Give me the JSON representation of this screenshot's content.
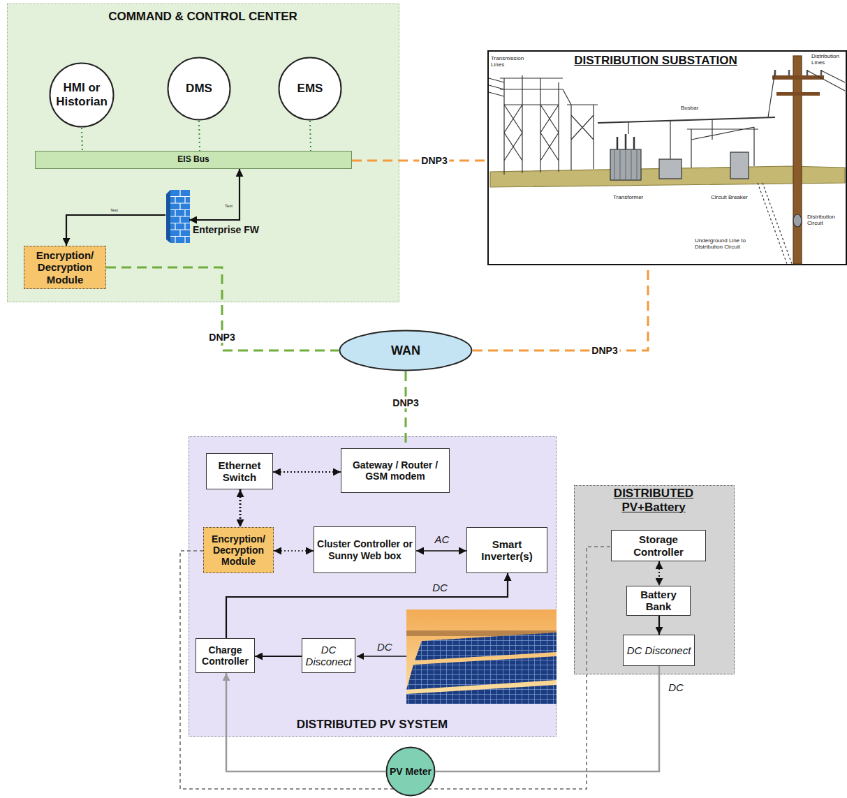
{
  "diagram": {
    "nodes": [
      {
        "text": [
          "COMMAND & CONTROL CENTER"
        ]
      },
      {
        "text": [
          "HMI or Historian"
        ],
        "in": 0
      },
      {
        "text": [
          "DMS"
        ],
        "in": 0
      },
      {
        "text": [
          "EMS"
        ],
        "in": 0
      },
      {
        "text": [
          "EIS Bus"
        ],
        "in": 0
      },
      {
        "text": [
          "Enterprise FW"
        ],
        "in": 0
      },
      {
        "text": [
          "Encryption/ Decryption Module"
        ],
        "in": 0
      },
      {
        "text": [
          "DISTRIBUTION SUBSTATION"
        ]
      },
      {
        "text": [
          "WAN"
        ]
      },
      {
        "text": [
          "DISTRIBUTED PV SYSTEM"
        ]
      },
      {
        "text": [
          "Ethernet Switch"
        ],
        "in": 9
      },
      {
        "text": [
          "Gateway / Router / GSM modem"
        ],
        "in": 9
      },
      {
        "text": [
          "Encryption/ Decryption Module"
        ],
        "in": 9
      },
      {
        "text": [
          "Cluster Controller or Sunny Web box"
        ],
        "in": 9
      },
      {
        "text": [
          "Smart Inverter(s)"
        ],
        "in": 9
      },
      {
        "text": [
          "Charge Controller"
        ],
        "in": 9
      },
      {
        "text": [
          "DC Disconect"
        ],
        "in": 9
      },
      {
        "text": [
          "DISTRIBUTED PV+Battery"
        ]
      },
      {
        "text": [
          "Storage Controller"
        ],
        "in": 17
      },
      {
        "text": [
          "Battery Bank"
        ],
        "in": 17
      },
      {
        "text": [
          "DC Disconect"
        ],
        "in": 17
      },
      {
        "text": [
          "PV Meter"
        ]
      }
    ],
    "edges": [
      {
        "from": 1,
        "to": 4,
        "arrow": "none"
      },
      {
        "from": 2,
        "to": 4,
        "arrow": "none"
      },
      {
        "from": 3,
        "to": 4,
        "arrow": "none"
      },
      {
        "from": 4,
        "to": 5,
        "arrow": "both"
      },
      {
        "from": 5,
        "to": 6,
        "arrow": "to"
      },
      {
        "from": 4,
        "to": 7,
        "label": "DNP3",
        "arrow": "none"
      },
      {
        "from": 6,
        "to": 8,
        "label": "DNP3",
        "arrow": "none"
      },
      {
        "from": 8,
        "to": 7,
        "label": "DNP3",
        "arrow": "none"
      },
      {
        "from": 8,
        "to": 11,
        "label": "DNP3",
        "arrow": "none"
      },
      {
        "from": 10,
        "to": 11,
        "arrow": "both"
      },
      {
        "from": 10,
        "to": 12,
        "arrow": "both"
      },
      {
        "from": 12,
        "to": 13,
        "arrow": "both"
      },
      {
        "from": 13,
        "to": 14,
        "label": "AC",
        "arrow": "both"
      },
      {
        "from": 15,
        "to": 14,
        "label": "DC",
        "arrow": "to"
      },
      {
        "from": 16,
        "to": 15,
        "arrow": "to"
      },
      {
        "from": 21,
        "to": 15,
        "arrow": "to"
      },
      {
        "from": 20,
        "to": 21,
        "label": "DC",
        "arrow": "none"
      },
      {
        "from": 12,
        "to": 18,
        "arrow": "none"
      },
      {
        "from": 18,
        "to": 19,
        "arrow": "both"
      },
      {
        "from": 19,
        "to": 20,
        "arrow": "to"
      }
    ],
    "labels": [
      "Text",
      "Text",
      "Transmission Lines",
      "Distribution Lines",
      "Busbar",
      "Transformer",
      "Circuit Breaker",
      "Underground Line to Distribution Circuit",
      "Distribution Circuit",
      "DC"
    ]
  }
}
